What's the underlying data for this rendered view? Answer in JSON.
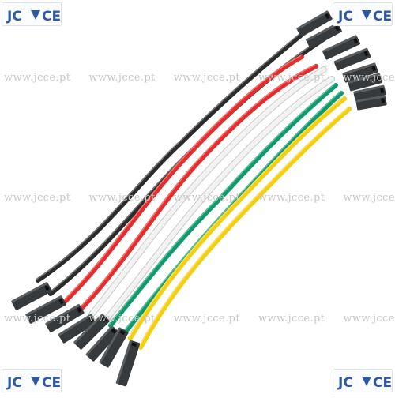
{
  "watermark": {
    "url_text": "www.jcce.pt",
    "logo_text": "JCCE"
  },
  "wires": [
    "black",
    "red",
    "white",
    "green",
    "yellow"
  ],
  "colors": {
    "black_wire": "#2b2b2b",
    "red_wire": "#e52d2d",
    "white_wire": "#f2f2f2",
    "green_wire": "#0f9a6e",
    "yellow_wire": "#f3cf10",
    "housing": "#363a3d",
    "watermark": "#c8c8c8",
    "logo": "#2d58a8"
  }
}
